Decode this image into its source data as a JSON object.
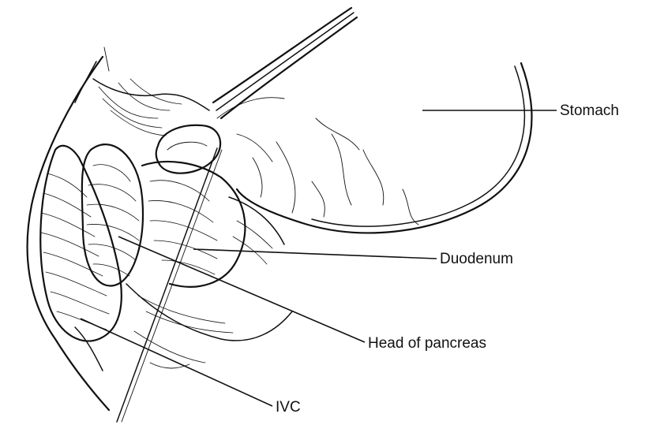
{
  "labels": {
    "stomach": "Stomach",
    "duodenum": "Duodenum",
    "head_of_pancreas": "Head of pancreas",
    "ivc": "IVC"
  },
  "colors": {
    "ink": "#111111",
    "background": "#ffffff"
  }
}
